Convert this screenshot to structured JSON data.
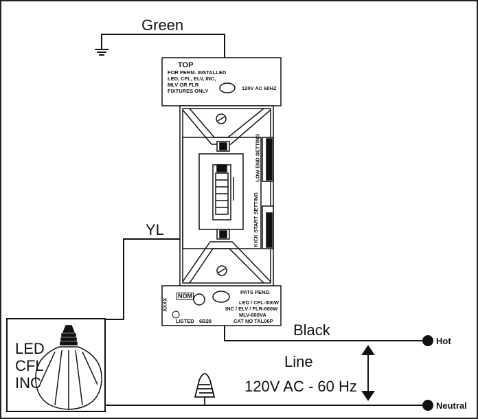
{
  "labels": {
    "green": "Green",
    "yl": "YL",
    "black": "Black",
    "hot": "Hot",
    "neutral": "Neutral",
    "line_title": "Line",
    "line_spec": "120V AC - 60 Hz",
    "bulb_led": "LED",
    "bulb_cfl": "CFL",
    "bulb_inc": "INC"
  },
  "plate_top": {
    "top": "TOP",
    "line1": "FOR PERM. INSTALLED",
    "line2": "LED, CFL, ELV, INC,",
    "line3": "MLV OR FLR",
    "line4": "FIXTURES ONLY",
    "rating": "120V AC 60HZ"
  },
  "side_labels": {
    "low_end": "LOW END SETTING",
    "kick_start": "KICK START SETTING"
  },
  "plate_bottom": {
    "nom": "NOM",
    "xxxx": "XXXX",
    "listed": "LISTED",
    "code": "6B28",
    "pats": "PATS PEND.",
    "spec1": "LED / CFL-300W",
    "spec2": "INC / ELV / FLR-600W",
    "spec3": "MLV-600VA",
    "cat": "CAT NO TAL06P"
  },
  "colors": {
    "line": "#111111",
    "device": "#ffffff",
    "border": "#333333"
  }
}
